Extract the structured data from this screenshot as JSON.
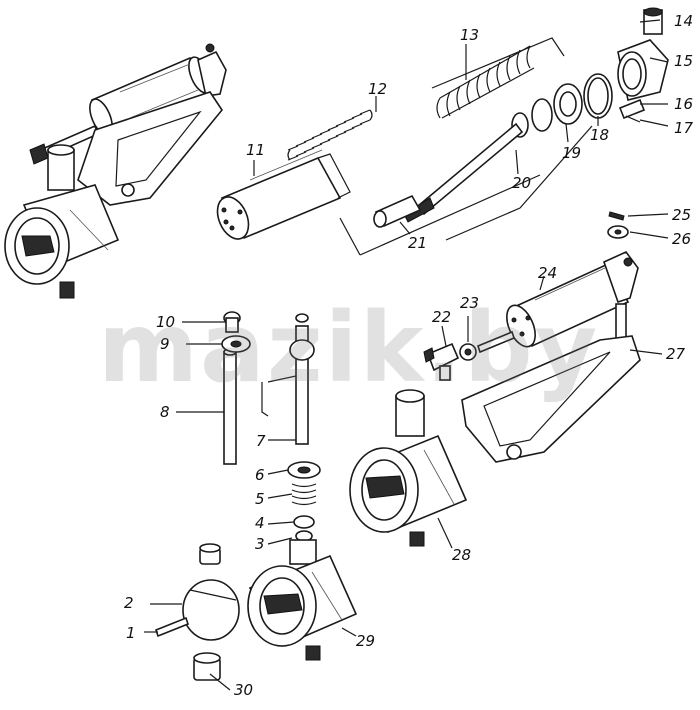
{
  "labels": [
    {
      "id": "1",
      "text": "1"
    },
    {
      "id": "2",
      "text": "2"
    },
    {
      "id": "3",
      "text": "3"
    },
    {
      "id": "4",
      "text": "4"
    },
    {
      "id": "5",
      "text": "5"
    },
    {
      "id": "6",
      "text": "6"
    },
    {
      "id": "7",
      "text": "7"
    },
    {
      "id": "8",
      "text": "8"
    },
    {
      "id": "9",
      "text": "9"
    },
    {
      "id": "10",
      "text": "10"
    },
    {
      "id": "11",
      "text": "11"
    },
    {
      "id": "12",
      "text": "12"
    },
    {
      "id": "13",
      "text": "13"
    },
    {
      "id": "14",
      "text": "14"
    },
    {
      "id": "15",
      "text": "15"
    },
    {
      "id": "16",
      "text": "16"
    },
    {
      "id": "17",
      "text": "17"
    },
    {
      "id": "18",
      "text": "18"
    },
    {
      "id": "19",
      "text": "19"
    },
    {
      "id": "20",
      "text": "20"
    },
    {
      "id": "21",
      "text": "21"
    },
    {
      "id": "22",
      "text": "22"
    },
    {
      "id": "23",
      "text": "23"
    },
    {
      "id": "24",
      "text": "24"
    },
    {
      "id": "25",
      "text": "25"
    },
    {
      "id": "26",
      "text": "26"
    },
    {
      "id": "27",
      "text": "27"
    },
    {
      "id": "28",
      "text": "28"
    },
    {
      "id": "29",
      "text": "29"
    },
    {
      "id": "30",
      "text": "30"
    }
  ],
  "watermark": "mazik.by"
}
